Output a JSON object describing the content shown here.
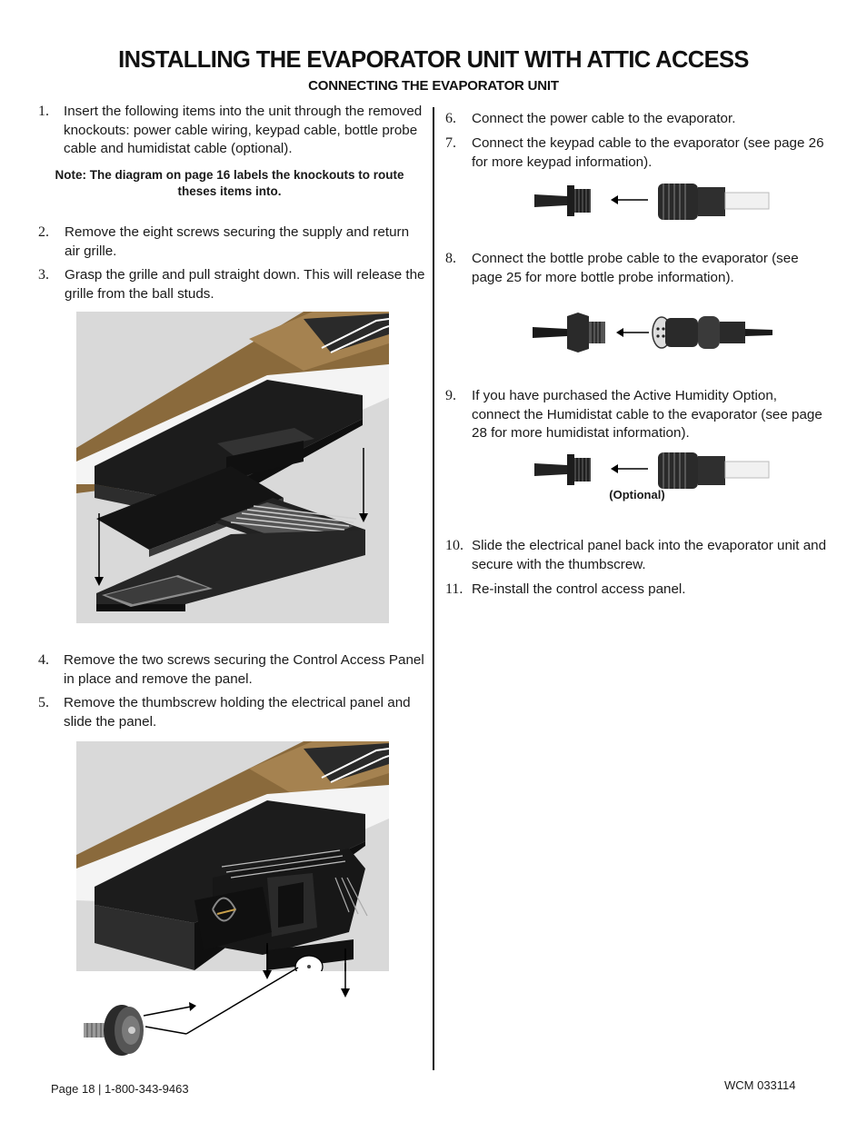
{
  "title": "INSTALLING THE EVAPORATOR UNIT WITH ATTIC ACCESS",
  "subtitle": "CONNECTING THE EVAPORATOR UNIT",
  "left_column": {
    "step1": {
      "num": "1.",
      "text": "Insert the following items into the unit through the removed knockouts: power cable wiring, keypad cable, bottle probe cable and humidistat cable (optional)."
    },
    "note": "Note: The diagram on page 16 labels the knockouts to route theses items into.",
    "step2": {
      "num": "2.",
      "text": "Remove the eight screws securing the supply and return air grille."
    },
    "step3": {
      "num": "3.",
      "text": "Grasp the grille and pull straight down. This will release the grille from the ball studs."
    },
    "step4": {
      "num": "4.",
      "text": "Remove the two screws securing the Control Access Panel in place and remove the panel."
    },
    "step5": {
      "num": "5.",
      "text": "Remove the thumbscrew holding the electrical panel and slide the panel."
    }
  },
  "right_column": {
    "step6": {
      "num": "6.",
      "text": "Connect the power cable to the evaporator."
    },
    "step7": {
      "num": "7.",
      "text": "Connect the keypad cable to the evaporator (see page 26 for more keypad information)."
    },
    "step8": {
      "num": "8.",
      "text": "Connect the bottle probe cable to the evaporator (see page 25 for more bottle probe information)."
    },
    "step9": {
      "num": "9.",
      "text": "If you have purchased the Active Humidity Option, connect the Humidistat cable to the evaporator (see page 28 for more humidistat information)."
    },
    "optional_label": "(Optional)",
    "step10": {
      "num": "10.",
      "text": "Slide the electrical panel back into the evaporator unit and secure with the thumbscrew."
    },
    "step11": {
      "num": "11.",
      "text": "Re-install the control access panel."
    }
  },
  "footer": {
    "left": "Page 18 | 1-800-343-9463",
    "right": "WCM 033114"
  },
  "colors": {
    "figure_background": "#d9d9d9",
    "wood": "#8a6a3c",
    "unit_black": "#1c1c1c",
    "rule": "#111111"
  }
}
